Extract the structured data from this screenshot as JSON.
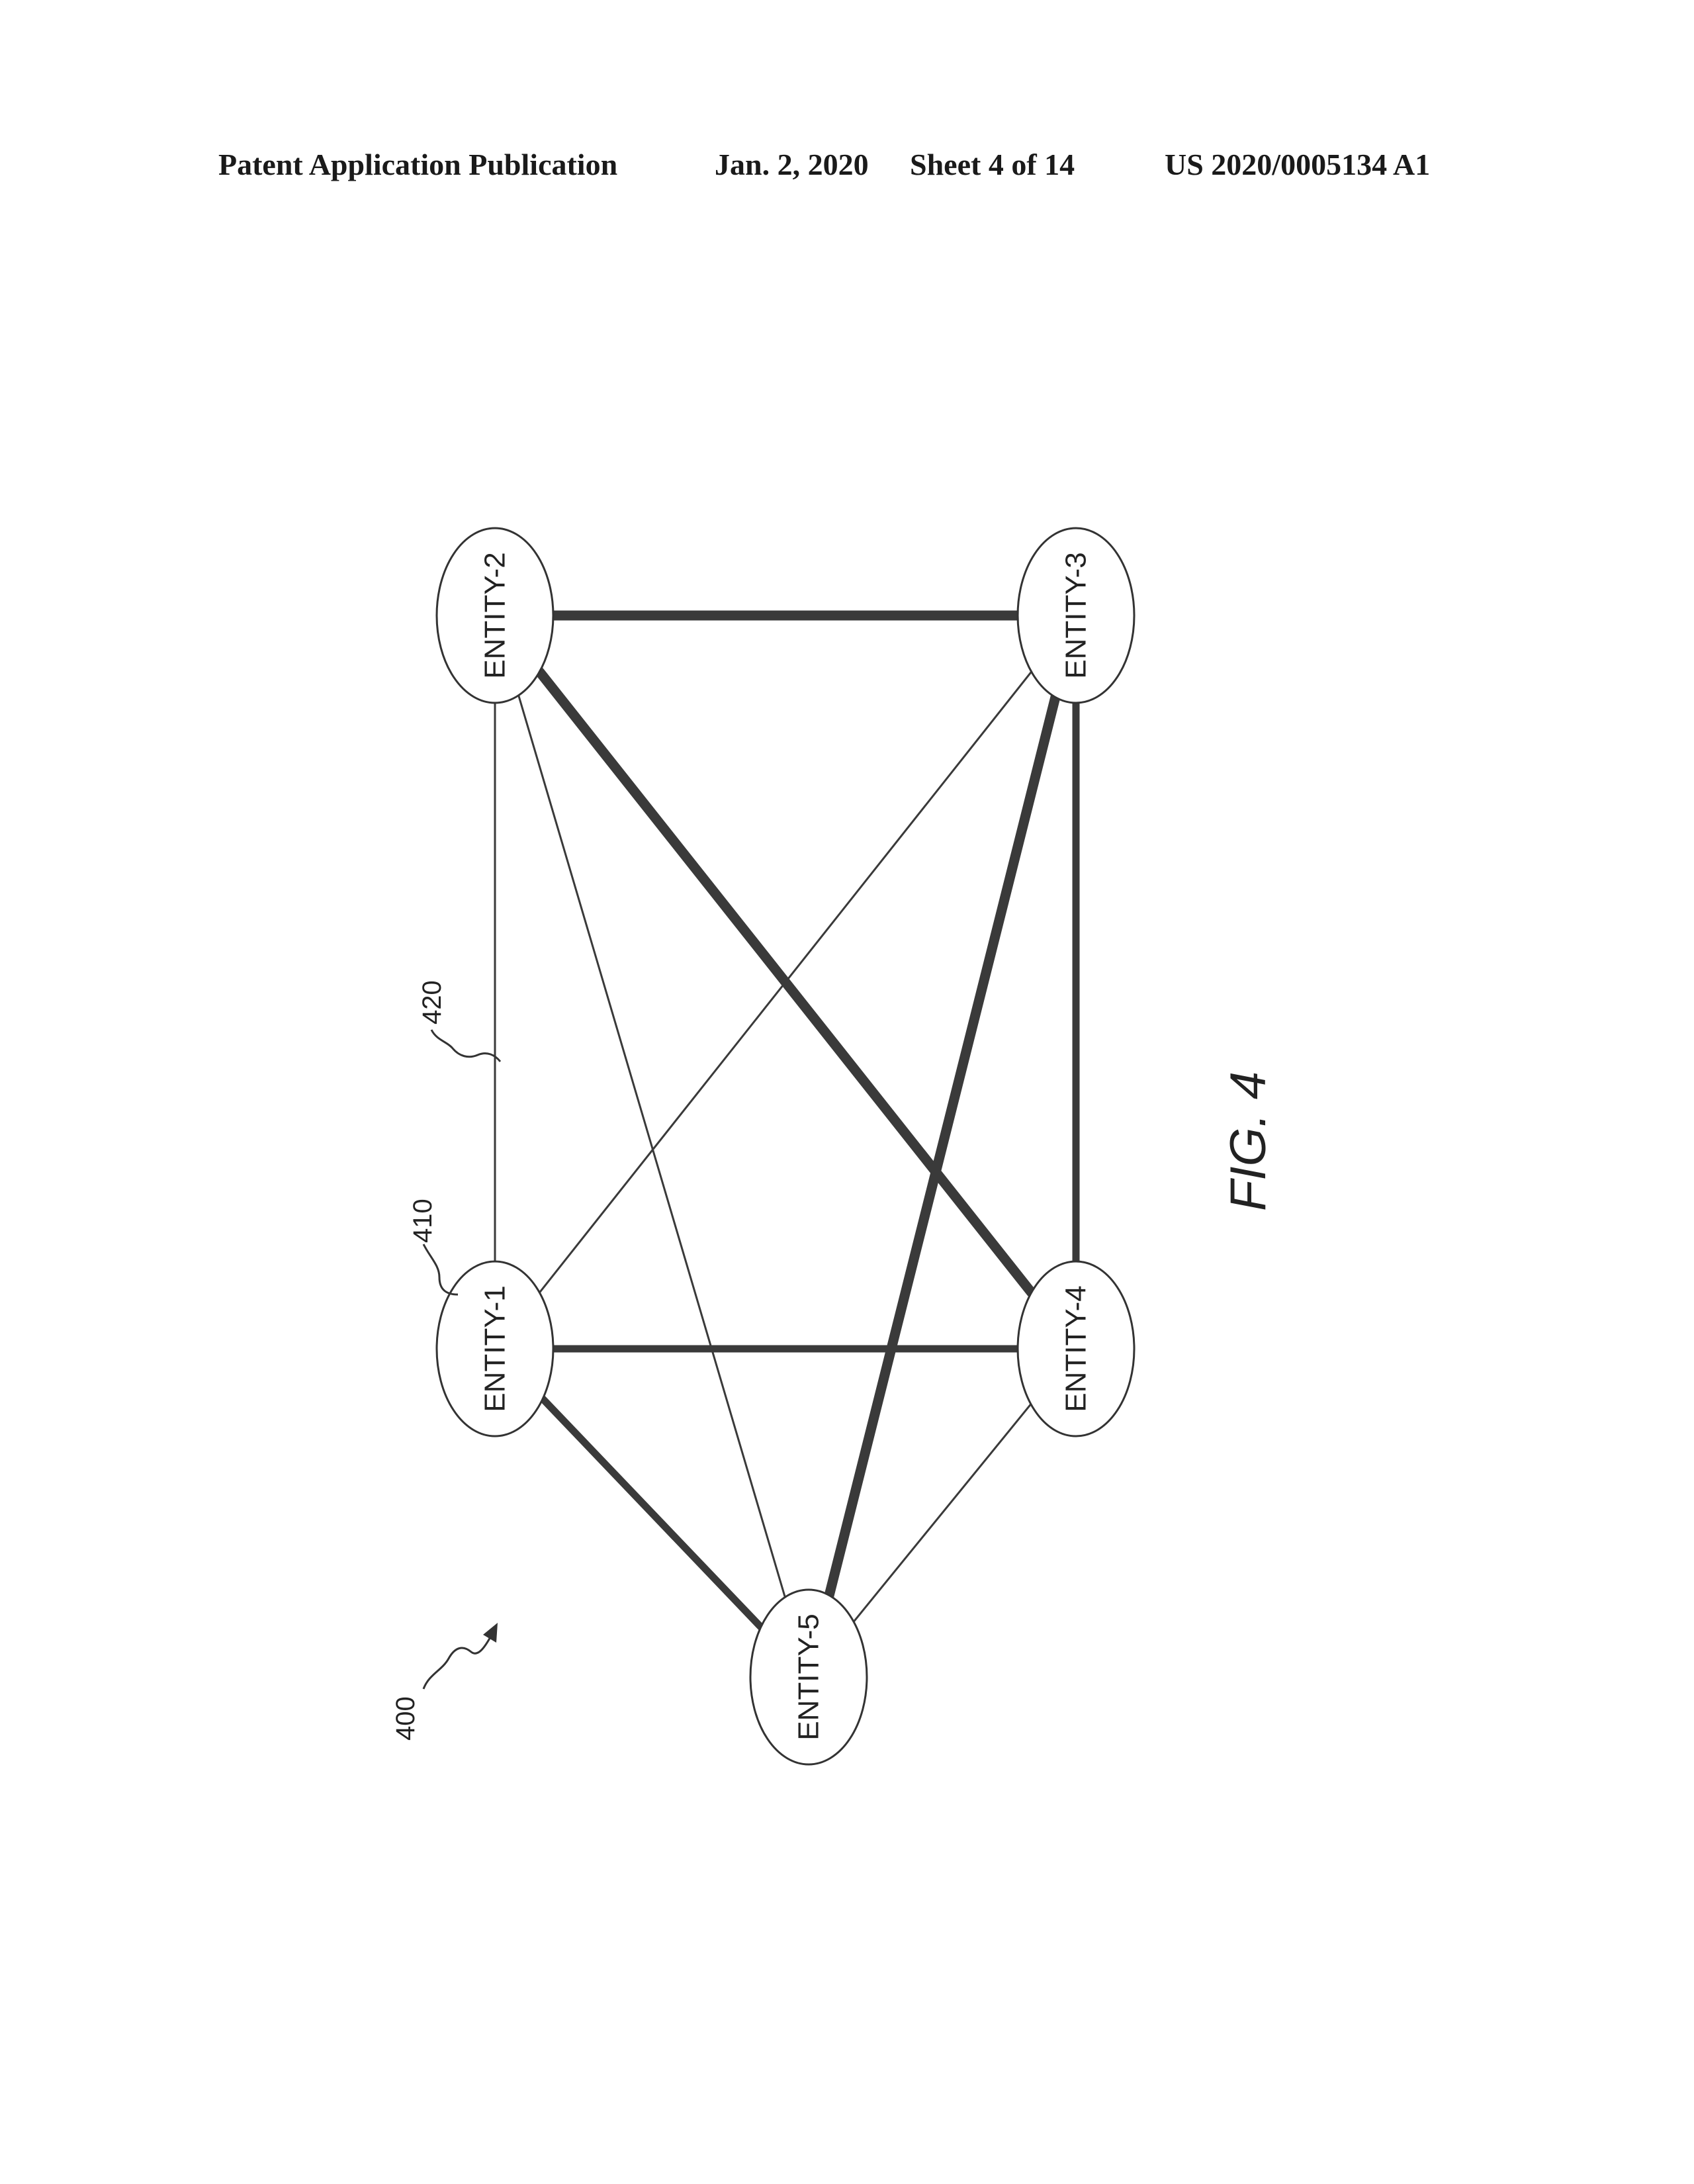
{
  "header": {
    "publication": "Patent Application Publication",
    "date": "Jan. 2, 2020",
    "sheet": "Sheet 4 of 14",
    "number": "US 2020/0005134 A1"
  },
  "figure": {
    "caption": "FIG. 4",
    "ref_graph": "400",
    "ref_node": "410",
    "ref_edge": "420"
  },
  "nodes": [
    {
      "id": "e1",
      "label": "ENTITY-1"
    },
    {
      "id": "e2",
      "label": "ENTITY-2"
    },
    {
      "id": "e3",
      "label": "ENTITY-3"
    },
    {
      "id": "e4",
      "label": "ENTITY-4"
    },
    {
      "id": "e5",
      "label": "ENTITY-5"
    }
  ],
  "edges": [
    {
      "from": "e2",
      "to": "e3",
      "weight": "heavy"
    },
    {
      "from": "e2",
      "to": "e4",
      "weight": "heavy"
    },
    {
      "from": "e3",
      "to": "e5",
      "weight": "heavy"
    },
    {
      "from": "e1",
      "to": "e4",
      "weight": "medium"
    },
    {
      "from": "e3",
      "to": "e4",
      "weight": "medium"
    },
    {
      "from": "e1",
      "to": "e5",
      "weight": "medium"
    },
    {
      "from": "e1",
      "to": "e2",
      "weight": "light"
    },
    {
      "from": "e2",
      "to": "e5",
      "weight": "light"
    },
    {
      "from": "e1",
      "to": "e3",
      "weight": "light"
    },
    {
      "from": "e4",
      "to": "e5",
      "weight": "light"
    }
  ],
  "colors": {
    "line": "#3a3a3a",
    "text": "#222222"
  }
}
